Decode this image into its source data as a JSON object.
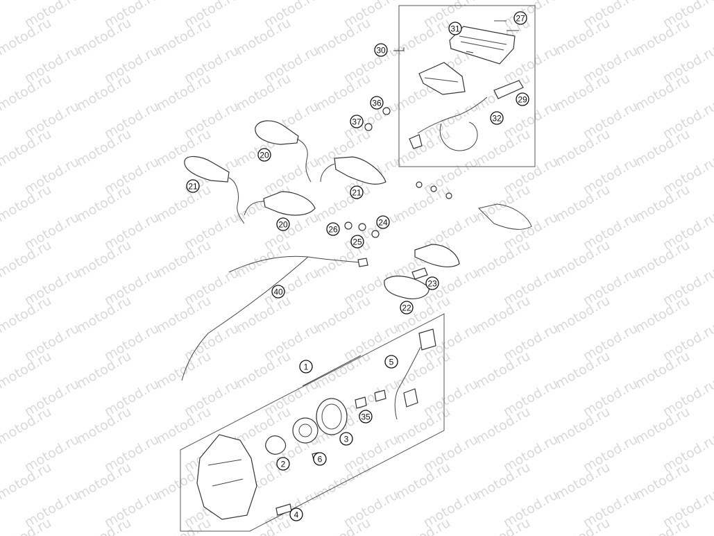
{
  "watermark": {
    "text": "motod.ru",
    "color": "#d9d9d9"
  },
  "callouts": [
    {
      "id": "c1",
      "label": "1"
    },
    {
      "id": "c2",
      "label": "2"
    },
    {
      "id": "c3",
      "label": "3"
    },
    {
      "id": "c4",
      "label": "4"
    },
    {
      "id": "c5",
      "label": "5"
    },
    {
      "id": "c6",
      "label": "6"
    },
    {
      "id": "c20a",
      "label": "20"
    },
    {
      "id": "c20b",
      "label": "20"
    },
    {
      "id": "c21a",
      "label": "21"
    },
    {
      "id": "c21b",
      "label": "21"
    },
    {
      "id": "c22",
      "label": "22"
    },
    {
      "id": "c23",
      "label": "23"
    },
    {
      "id": "c24",
      "label": "24"
    },
    {
      "id": "c25",
      "label": "25"
    },
    {
      "id": "c26",
      "label": "26"
    },
    {
      "id": "c27",
      "label": "27"
    },
    {
      "id": "c29",
      "label": "29"
    },
    {
      "id": "c30",
      "label": "30"
    },
    {
      "id": "c31",
      "label": "31"
    },
    {
      "id": "c32",
      "label": "32"
    },
    {
      "id": "c35",
      "label": "35"
    },
    {
      "id": "c36",
      "label": "36"
    },
    {
      "id": "c37",
      "label": "37"
    },
    {
      "id": "c40",
      "label": "40"
    }
  ]
}
